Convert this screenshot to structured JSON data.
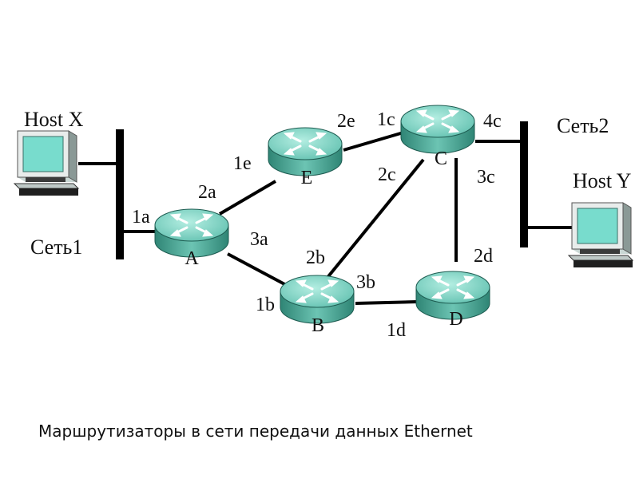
{
  "colors": {
    "router_top": "#7fd3c4",
    "router_side": "#3f9e8e",
    "host_screen": "#78dccd",
    "link": "#000000"
  },
  "hosts": {
    "x": "Host X",
    "y": "Host Y"
  },
  "networks": {
    "net1": "Сеть1",
    "net2": "Сеть2"
  },
  "routers": {
    "a": "A",
    "b": "B",
    "c": "C",
    "d": "D",
    "e": "E"
  },
  "interfaces": {
    "a1": "1a",
    "a2": "2a",
    "a3": "3a",
    "b1": "1b",
    "b2": "2b",
    "b3": "3b",
    "c1": "1c",
    "c2": "2c",
    "c3": "3c",
    "c4": "4c",
    "d1": "1d",
    "d2": "2d",
    "e1": "1e",
    "e2": "2e"
  },
  "caption": "Маршрутизаторы в сети передачи данных Ethernet",
  "icons": [
    "router-icon",
    "computer-icon",
    "network-bus"
  ]
}
